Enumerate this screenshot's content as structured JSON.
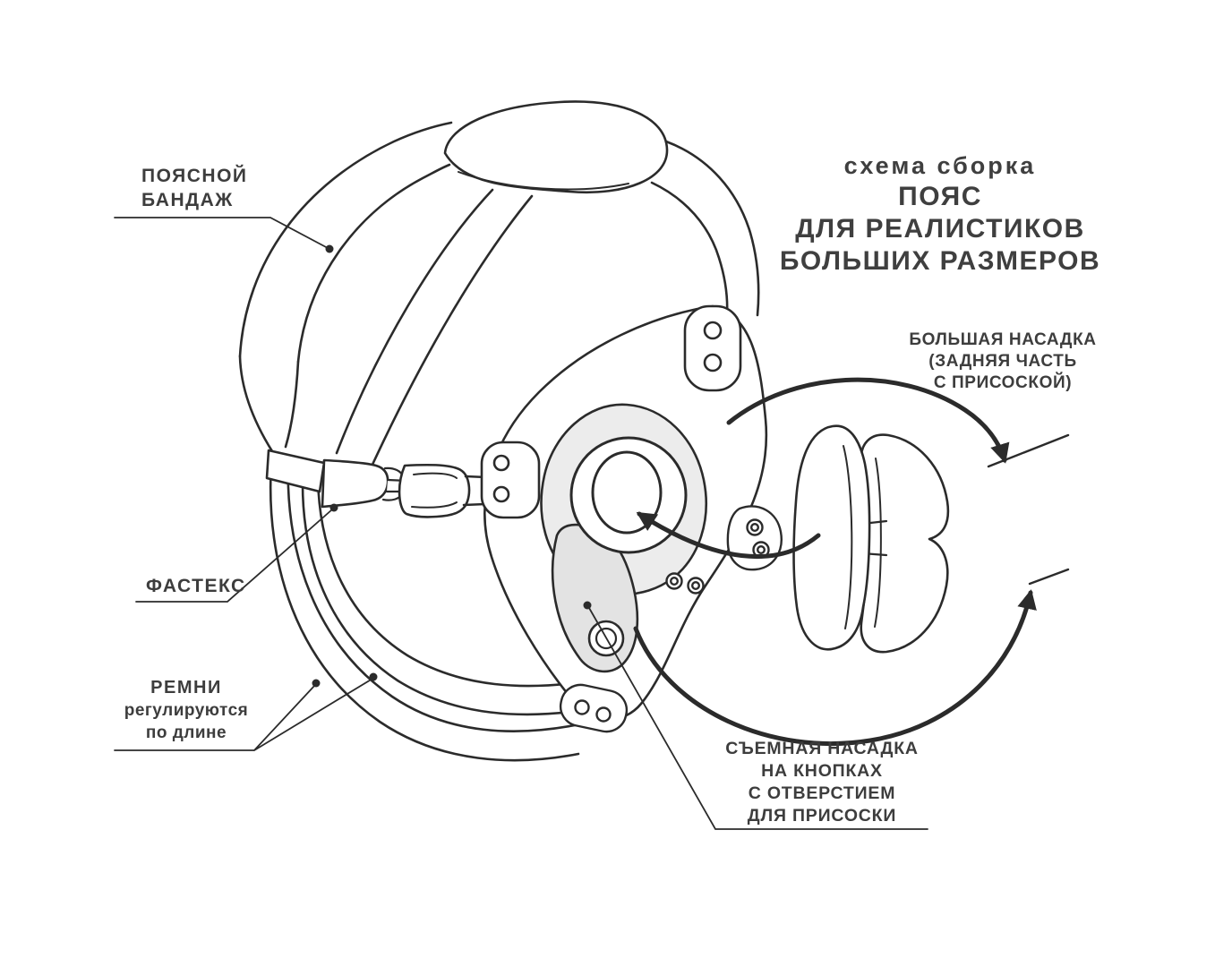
{
  "title": {
    "subtitle": "схема сборка",
    "line1": "ПОЯС",
    "line2": "ДЛЯ РЕАЛИСТИКОВ",
    "line3": "БОЛЬШИХ РАЗМЕРОВ"
  },
  "labels": {
    "waist_bandage": {
      "line1": "ПОЯСНОЙ",
      "line2": "БАНДАЖ"
    },
    "big_attachment": {
      "line1": "БОЛЬШАЯ НАСАДКА",
      "line2": "(ЗАДНЯЯ ЧАСТЬ",
      "line3": "С ПРИСОСКОЙ)"
    },
    "fastex": {
      "line1": "ФАСТЕКС"
    },
    "straps": {
      "line1": "РЕМНИ",
      "line2": "регулируются",
      "line3": "по длине"
    },
    "removable_attachment": {
      "line1": "СЪЕМНАЯ НАСАДКА",
      "line2": "НА КНОПКАХ",
      "line3": "С ОТВЕРСТИЕМ",
      "line4": "ДЛЯ ПРИСОСКИ"
    }
  },
  "colors": {
    "ink": "#2b2b2b",
    "text": "#3d3d3d",
    "shade": "#e9e9e9",
    "background": "#ffffff"
  }
}
